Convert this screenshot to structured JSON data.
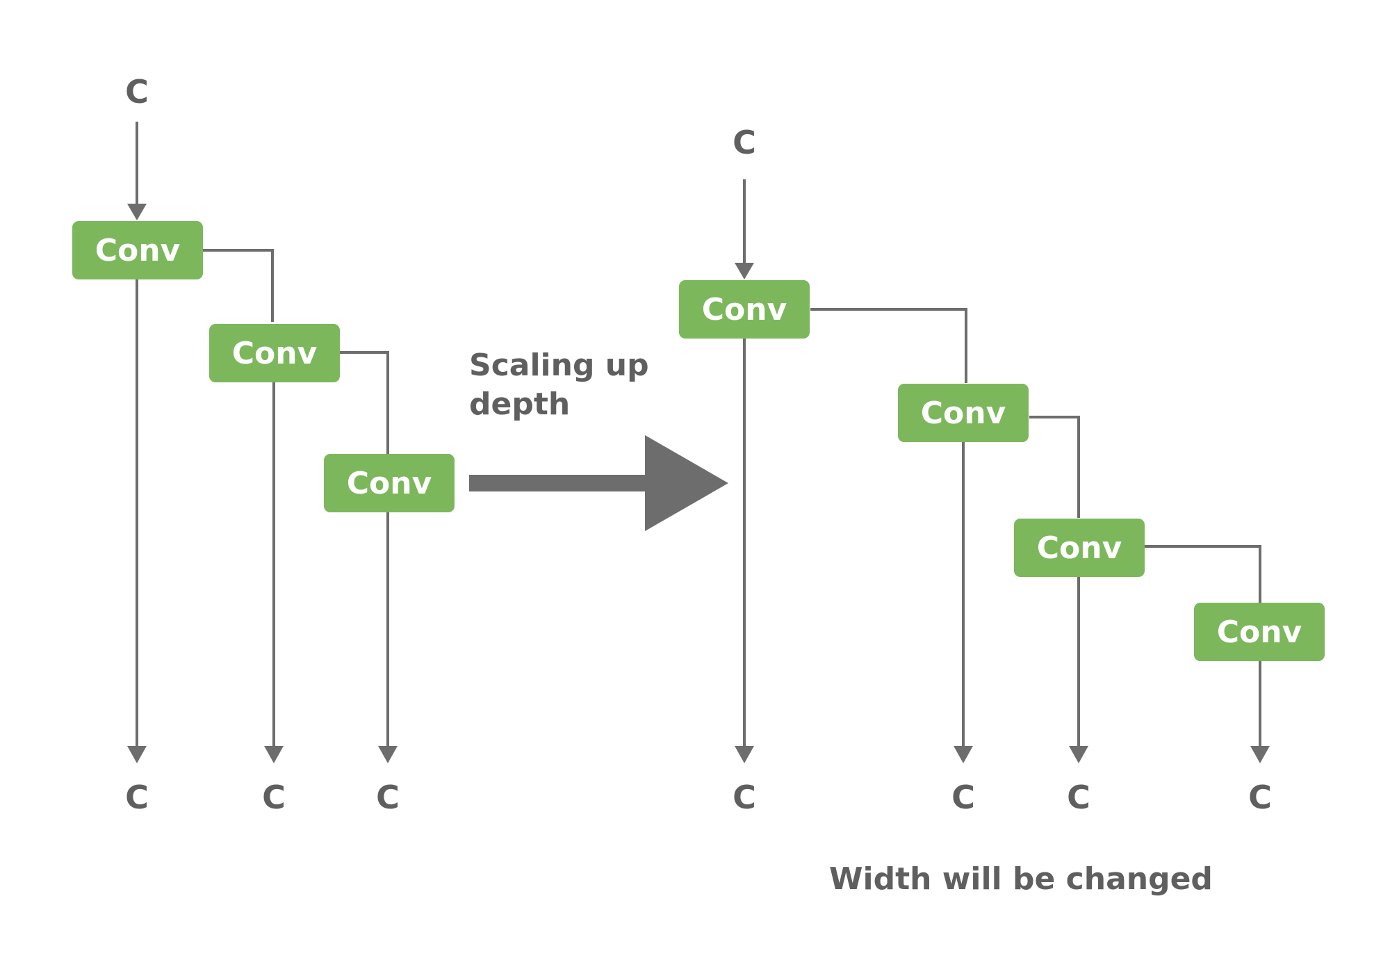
{
  "colors": {
    "conv_fill": "#7cb75c",
    "conv_text": "#ffffff",
    "line": "#6d6d6d",
    "text": "#5f5f5f",
    "big_arrow": "#6d6d6d",
    "background": "#ffffff"
  },
  "left_network": {
    "input_label": "C",
    "blocks": [
      {
        "label": "Conv"
      },
      {
        "label": "Conv"
      },
      {
        "label": "Conv"
      }
    ],
    "outputs": [
      "C",
      "C",
      "C"
    ]
  },
  "transition": {
    "line1": "Scaling up",
    "line2": "depth"
  },
  "right_network": {
    "input_label": "C",
    "blocks": [
      {
        "label": "Conv"
      },
      {
        "label": "Conv"
      },
      {
        "label": "Conv"
      },
      {
        "label": "Conv"
      }
    ],
    "outputs": [
      "C",
      "C",
      "C",
      "C"
    ]
  },
  "footer_note": "Width will be changed"
}
